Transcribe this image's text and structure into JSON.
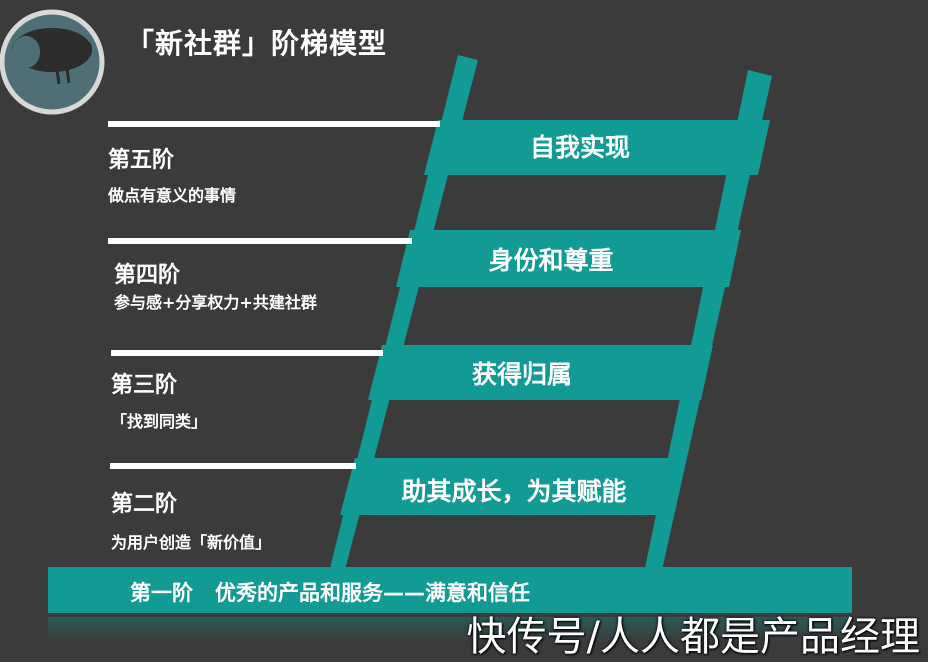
{
  "title": "「新社群」阶梯模型",
  "stages": [
    {
      "name": "第五阶",
      "desc": "做点有意义的事情",
      "rung": "自我实现"
    },
    {
      "name": "第四阶",
      "desc": "参与感+分享权力+共建社群",
      "rung": "身份和尊重"
    },
    {
      "name": "第三阶",
      "desc": "「找到同类」",
      "rung": "获得归属"
    },
    {
      "name": "第二阶",
      "desc": "为用户创造「新价值」",
      "rung": "助其成长，为其赋能"
    }
  ],
  "base": {
    "stage": "第一阶",
    "text": "优秀的产品和服务——满意和信任"
  },
  "watermark": "快传号/人人都是产品经理",
  "colors": {
    "background": "#3b3b3b",
    "teal": "#129b94",
    "text": "#ffffff"
  },
  "icons": {
    "logo": "monkey-logo-icon"
  }
}
